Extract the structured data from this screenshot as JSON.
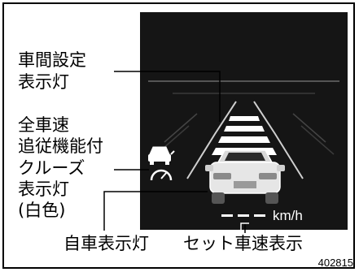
{
  "labels": {
    "gap_setting": [
      "車間設定",
      "表示灯"
    ],
    "cruise_indicator": [
      "全車速",
      "追従機能付",
      "クルーズ",
      "表示灯",
      "(白色)"
    ],
    "own_vehicle": "自車表示灯",
    "set_speed": "セット車速表示"
  },
  "speed_unit": "km/h",
  "set_speed_value": "- - -",
  "figure_number": "402815",
  "colors": {
    "display_bg": "#151515",
    "indicator": "#ffffff"
  }
}
